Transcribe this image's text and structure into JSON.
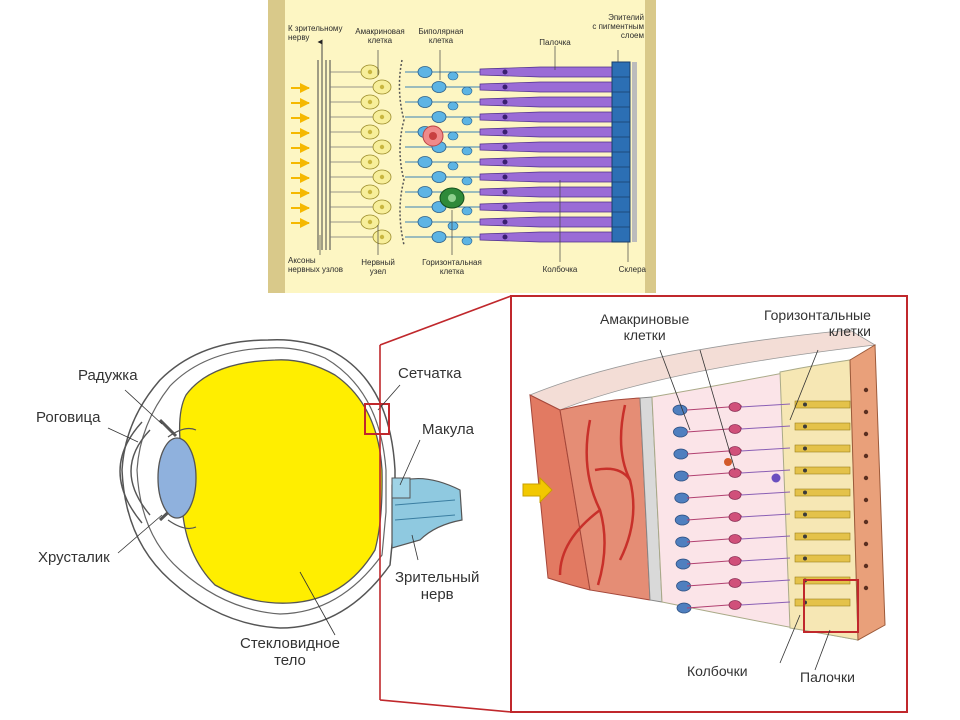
{
  "top_diagram": {
    "labels": {
      "to_nerve": "К зрительному\nнерву",
      "amacrine": "Амакриновая\nклетка",
      "bipolar": "Биполярная\nклетка",
      "rod": "Палочка",
      "epithelium": "Эпителий\nс пигментным\nслоем",
      "axons": "Аксоны\nнервных узлов",
      "ganglion": "Нервный\nузел",
      "horizontal": "Горизонтальная\nклетка",
      "cone": "Колбочка",
      "sclera": "Склера"
    },
    "colors": {
      "background": "#fdf6c3",
      "frame": "#d9c98a",
      "light_arrows": "#f5b800",
      "ganglion_cells": "#f7ee9a",
      "bipolar_cells": "#5db4e4",
      "photoreceptors": "#9a6cd6",
      "epithelium": "#2c6fb4",
      "amacrine_cell": "#f08a8a",
      "horizontal_cell": "#2f8a3a"
    }
  },
  "eye_diagram": {
    "labels": {
      "iris": "Радужка",
      "cornea": "Роговица",
      "lens": "Хрусталик",
      "retina": "Сетчатка",
      "macula": "Макула",
      "optic_nerve": "Зрительный\nнерв",
      "vitreous": "Стекловидное\nтело"
    },
    "colors": {
      "vitreous": "#ffee00",
      "lens": "#8fb1dd",
      "outline": "#555555",
      "highlight_box": "#c0282c"
    }
  },
  "retina_detail": {
    "labels": {
      "amacrine": "Амакриновые\nклетки",
      "horizontal": "Горизонтальные\nклетки",
      "cones": "Колбочки",
      "rods": "Палочки"
    },
    "colors": {
      "frame": "#c0282c",
      "vessel_layer": "#e27a62",
      "blood_vessels": "#c8302a",
      "nerve_cells": "#4f7fbf",
      "bipolar_cells": "#d0507a",
      "photoreceptors": "#e4c24a",
      "epithelium": "#e9a07a",
      "light_arrow": "#f2c800"
    }
  }
}
